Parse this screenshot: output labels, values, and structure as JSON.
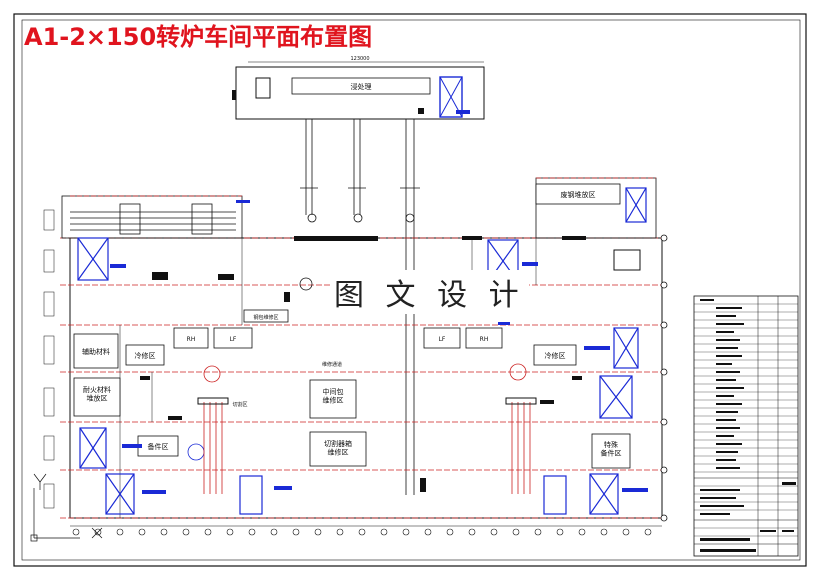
{
  "drawing": {
    "title": "A1-2×150转炉车间平面布置图",
    "watermark": "图 文 设 计",
    "top_dimension": "123000"
  },
  "areas": {
    "water_treatment": "浸处理",
    "waste_steel_storage": "废钢堆放区",
    "auxiliary_materials": "辅助材料",
    "cold_repair_left": "冷修区",
    "cold_repair_right": "冷修区",
    "refractory_storage": "耐火材料\n堆放区",
    "tundish_maintenance": "中间包\n维修区",
    "spare_parts": "备件区",
    "cutter_maintenance": "切割器箱\n维修区",
    "special_spare_parts": "特殊\n备件区",
    "rh_left": "RH",
    "lf_left": "LF",
    "lf_right": "LF",
    "rh_right": "RH",
    "ladle_maintenance": "钢包维修区",
    "middle_area_label": "维修通道",
    "cutting_area": "切割区"
  },
  "colors": {
    "title": "#e0141e",
    "line": "#111111",
    "grid": "#cc2222",
    "accent": "#1a2ad6"
  }
}
